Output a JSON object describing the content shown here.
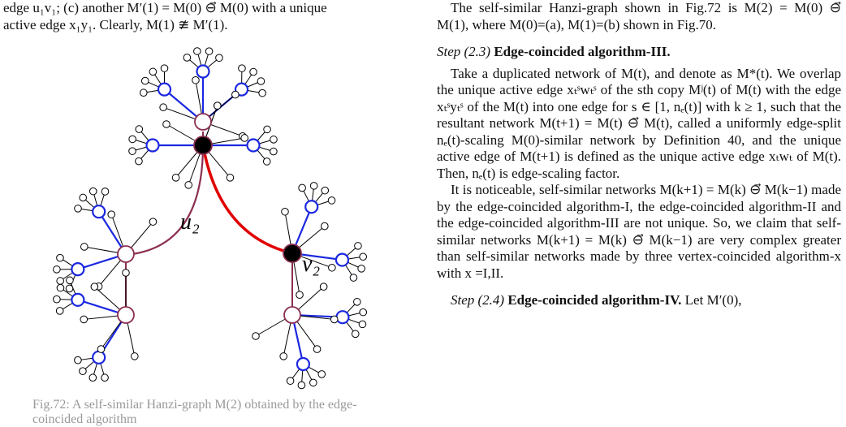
{
  "left": {
    "top_line1": "edge u₁v₁; (c) another M′(1) = M(0) ⊖⃗ M(0) with a unique",
    "top_line2": "active edge x₁y₁. Clearly, M(1) ≇ M′(1).",
    "figure_labels": {
      "u": "u₂",
      "v": "v₂"
    },
    "caption_fragment": "Fig.72: A self-similar Hanzi-graph M(2) obtained by the edge-coincided algorithm"
  },
  "right": {
    "p1": "The self-similar Hanzi-graph shown in Fig.72 is M(2) = M(0) ⊖⃗ M(1), where M(0)=(a), M(1)=(b) shown in Fig.70.",
    "step3_label": "Step (2.3)",
    "step3_title": "Edge-coincided algorithm-III.",
    "p2": "Take a duplicated network of M(t), and denote as M*(t). We overlap the unique active edge xₜˢwₜˢ of the sth copy Mʲ(t) of M(t) with the edge xₜˢyₜˢ of the M(t) into one edge for s ∈ [1, nₑ(t)] with k ≥ 1, such that the resultant network M(t+1) = M(t) ⊖⃗ M(t), called a uniformly edge-split nₑ(t)-scaling M(0)-similar network by Definition 40, and the unique active edge of M(t+1) is defined as the unique active edge xₜwₜ of M(t). Then, nₑ(t) is edge-scaling factor.",
    "p3": "It is noticeable, self-similar networks M(k+1) = M(k) ⊖⃗ M(k−1) made by the edge-coincided algorithm-I, the edge-coincided algorithm-II and the edge-coincided algorithm-III are not unique. So, we claim that self-similar networks M(k+1) = M(k) ⊖⃗ M(k−1) are very complex greater than self-similar networks made by three vertex-coincided algorithm-x with x =I,II.",
    "step4_label": "Step (2.4)",
    "step4_title": "Edge-coincided algorithm-IV.",
    "step4_text": " Let M′(0),"
  },
  "colors": {
    "blue": "#1b28e0",
    "maroon": "#8b2f52",
    "red": "#e00000",
    "black": "#000000"
  }
}
